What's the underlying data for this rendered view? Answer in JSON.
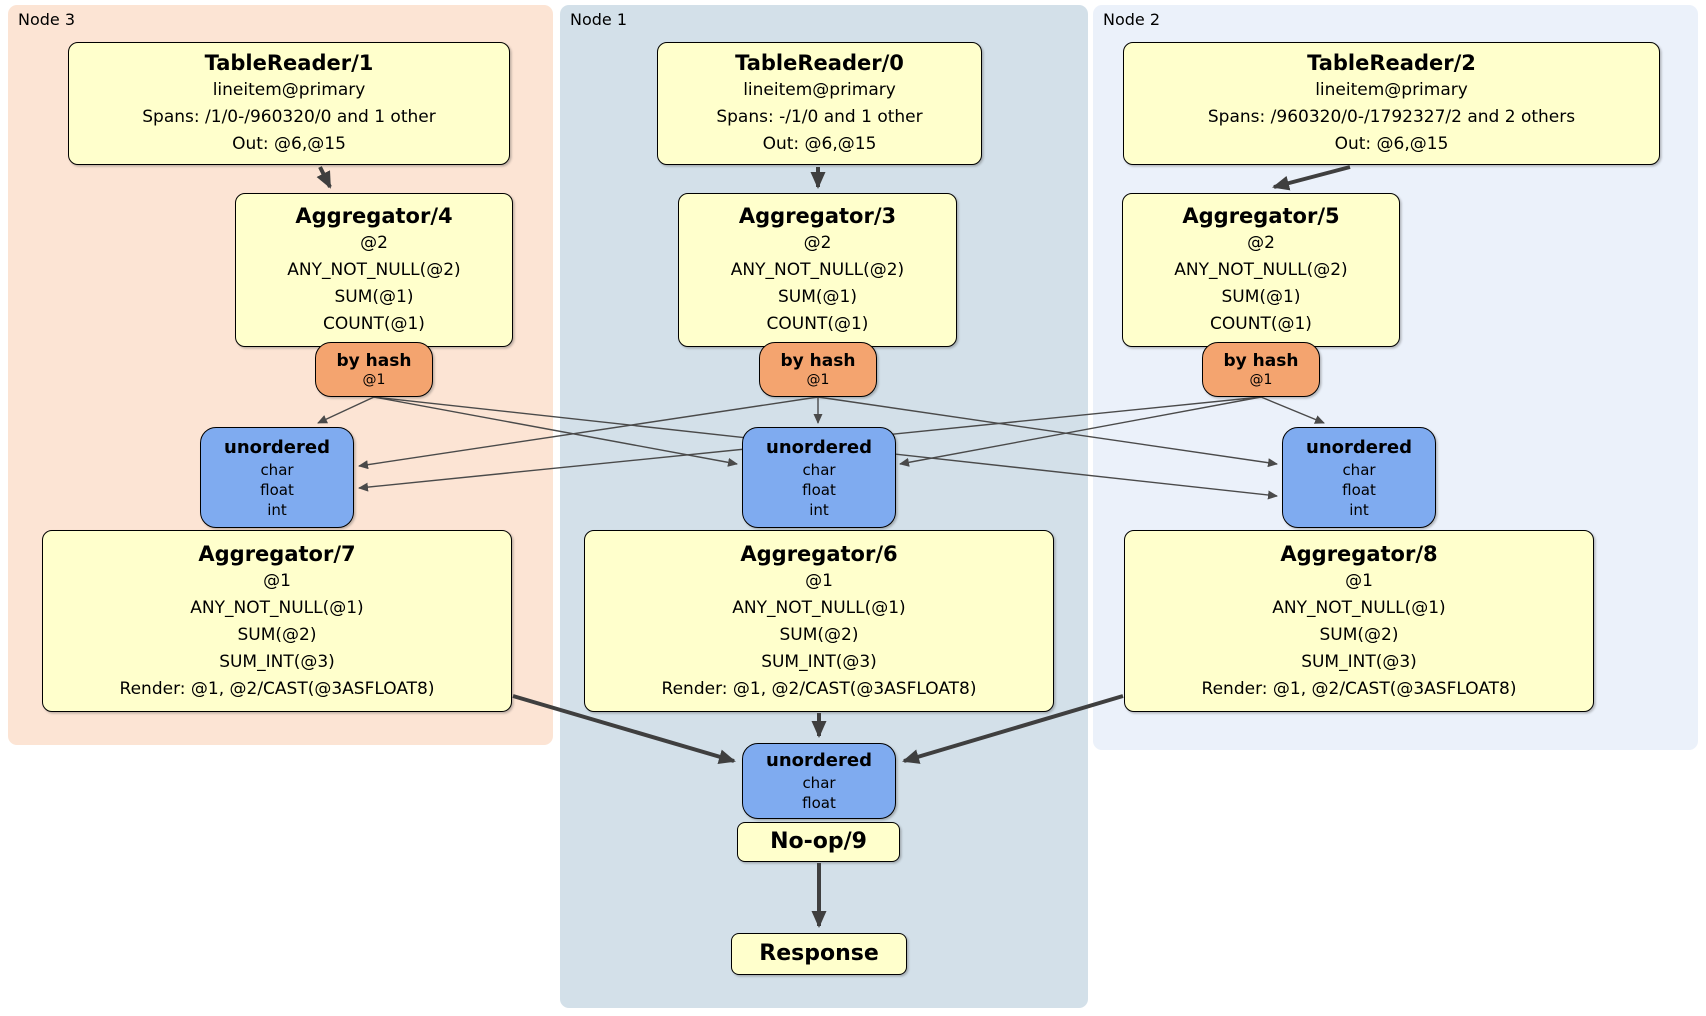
{
  "regions": {
    "node3": {
      "label": "Node 3"
    },
    "node1": {
      "label": "Node 1"
    },
    "node2": {
      "label": "Node 2"
    }
  },
  "nodes": {
    "tr1": {
      "title": "TableReader/1",
      "lines": [
        "lineitem@primary",
        "Spans: /1/0-/960320/0 and 1 other",
        "Out: @6,@15"
      ]
    },
    "tr0": {
      "title": "TableReader/0",
      "lines": [
        "lineitem@primary",
        "Spans: -/1/0 and 1 other",
        "Out: @6,@15"
      ]
    },
    "tr2": {
      "title": "TableReader/2",
      "lines": [
        "lineitem@primary",
        "Spans: /960320/0-/1792327/2 and 2 others",
        "Out: @6,@15"
      ]
    },
    "agg4": {
      "title": "Aggregator/4",
      "lines": [
        "@2",
        "ANY_NOT_NULL(@2)",
        "SUM(@1)",
        "COUNT(@1)"
      ]
    },
    "agg3": {
      "title": "Aggregator/3",
      "lines": [
        "@2",
        "ANY_NOT_NULL(@2)",
        "SUM(@1)",
        "COUNT(@1)"
      ]
    },
    "agg5": {
      "title": "Aggregator/5",
      "lines": [
        "@2",
        "ANY_NOT_NULL(@2)",
        "SUM(@1)",
        "COUNT(@1)"
      ]
    },
    "router3": {
      "title": "by hash",
      "lines": [
        "@1"
      ]
    },
    "router1": {
      "title": "by hash",
      "lines": [
        "@1"
      ]
    },
    "router2": {
      "title": "by hash",
      "lines": [
        "@1"
      ]
    },
    "sync3": {
      "title": "unordered",
      "lines": [
        "char",
        "float",
        "int"
      ]
    },
    "sync1": {
      "title": "unordered",
      "lines": [
        "char",
        "float",
        "int"
      ]
    },
    "sync2": {
      "title": "unordered",
      "lines": [
        "char",
        "float",
        "int"
      ]
    },
    "agg7": {
      "title": "Aggregator/7",
      "lines": [
        "@1",
        "ANY_NOT_NULL(@1)",
        "SUM(@2)",
        "SUM_INT(@3)",
        "Render: @1, @2/CAST(@3ASFLOAT8)"
      ]
    },
    "agg6": {
      "title": "Aggregator/6",
      "lines": [
        "@1",
        "ANY_NOT_NULL(@1)",
        "SUM(@2)",
        "SUM_INT(@3)",
        "Render: @1, @2/CAST(@3ASFLOAT8)"
      ]
    },
    "agg8": {
      "title": "Aggregator/8",
      "lines": [
        "@1",
        "ANY_NOT_NULL(@1)",
        "SUM(@2)",
        "SUM_INT(@3)",
        "Render: @1, @2/CAST(@3ASFLOAT8)"
      ]
    },
    "syncFinal": {
      "title": "unordered",
      "lines": [
        "char",
        "float"
      ]
    },
    "noop": {
      "title": "No-op/9"
    },
    "response": {
      "title": "Response"
    }
  },
  "colors": {
    "node3_bg": "#fce4d4",
    "node1_bg": "#d3e0e9",
    "node2_bg": "#ebf1fa",
    "processor_fill": "#ffffcc",
    "router_fill": "#f4a46f",
    "sync_fill": "#7fabf0",
    "edge": "#3f3f3f"
  }
}
